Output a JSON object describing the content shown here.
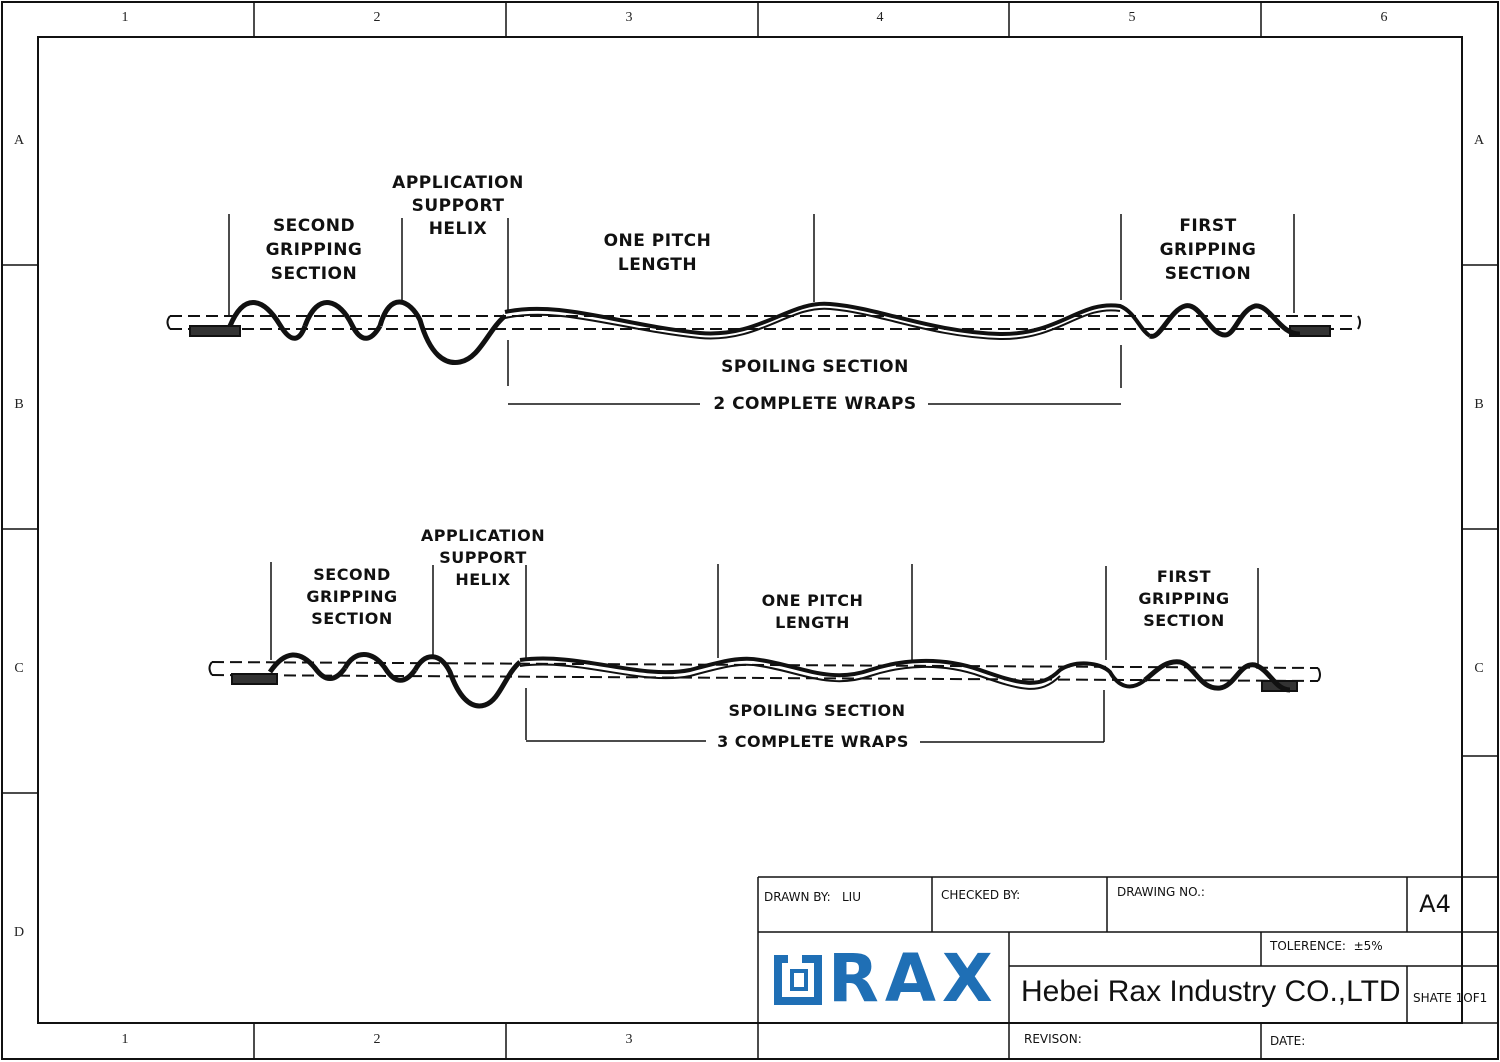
{
  "frame": {
    "columns": [
      "1",
      "2",
      "3",
      "4",
      "5",
      "6"
    ],
    "columns_bottom": [
      "1",
      "2",
      "3"
    ],
    "rows": [
      "A",
      "B",
      "C",
      "D"
    ]
  },
  "diagram1": {
    "second_gripping": "SECOND\nGRIPPING\nSECTION",
    "application_helix": "APPLICATION\nSUPPORT\nHELIX",
    "one_pitch": "ONE PITCH\nLENGTH",
    "first_gripping": "FIRST\nGRIPPING\nSECTION",
    "spoiling": "SPOILING SECTION",
    "wraps": "2 COMPLETE WRAPS"
  },
  "diagram2": {
    "second_gripping": "SECOND\nGRIPPING\nSECTION",
    "application_helix": "APPLICATION\nSUPPORT\nHELIX",
    "one_pitch": "ONE PITCH\nLENGTH",
    "first_gripping": "FIRST\nGRIPPING\nSECTION",
    "spoiling": "SPOILING SECTION",
    "wraps": "3 COMPLETE WRAPS"
  },
  "title_block": {
    "drawn_by_label": "DRAWN BY:",
    "drawn_by_value": "LIU",
    "checked_by_label": "CHECKED BY:",
    "drawing_no_label": "DRAWING NO.:",
    "paper_size": "A4",
    "logo_text": "RAX",
    "tolerance": "TOLERENCE:  ±5%",
    "company": "Hebei Rax Industry CO.,LTD",
    "sheet": "SHATE 1OF1",
    "revision_label": "REVISON:",
    "date_label": "DATE:",
    "logo_color": "#1f6fb5"
  }
}
